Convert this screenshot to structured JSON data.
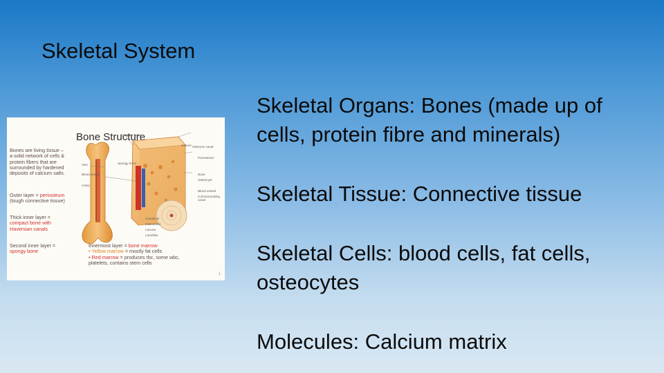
{
  "slide": {
    "title": "Skeletal System",
    "bullets": [
      "Skeletal Organs: Bones (made up of cells, protein fibre and minerals)",
      "Skeletal Tissue: Connective tissue",
      "Skeletal Cells: blood cells, fat cells, osteocytes",
      "Molecules: Calcium matrix"
    ]
  },
  "figure": {
    "title": "Bone Structure",
    "living_1": "Bones are living tissue –",
    "living_2": "a solid network of cells &",
    "living_3": "protein fibers that are",
    "living_4": "surrounded by hardened",
    "living_5": "deposits of calcium salts.",
    "outer_1": "Outer layer = ",
    "outer_1b": "periosteum",
    "outer_2": "(tough connective tissue)",
    "thick_1": "Thick inner layer =",
    "thick_2": "compact bone with",
    "thick_3": "Haversian canals",
    "second_1": "Second inner layer =",
    "second_2": "spongy bone",
    "innermost_1": "Innermost layer = ",
    "innermost_1b": "bone marrow",
    "yellow_1": "• Yellow marrow",
    "yellow_2": " = mostly fat cells",
    "red_1": "• Red marrow",
    "red_2": " = produces rbc, some wbc,",
    "red_3": "platelets, contains stem cells",
    "labels": {
      "compact_bone": "Compact bone",
      "spongy_bone": "Spongy bone",
      "artery": "Artery",
      "vein": "Vein",
      "blood_vessel": "Blood vessel",
      "osteon": "Osteon",
      "osteonic_canal": "Osteonic canal",
      "periosteum": "Periosteum",
      "bone": "Bone",
      "osteocyte": "Osteocyte",
      "canaliculi": "Canaliculi",
      "lacuna": "Lacuna",
      "lamellae": "Lamellae",
      "blood_vessel2": "Blood vessel",
      "communicating_canal": "Communicating canal",
      "osteoblast": "Osteoblast"
    },
    "page_number": "1"
  }
}
